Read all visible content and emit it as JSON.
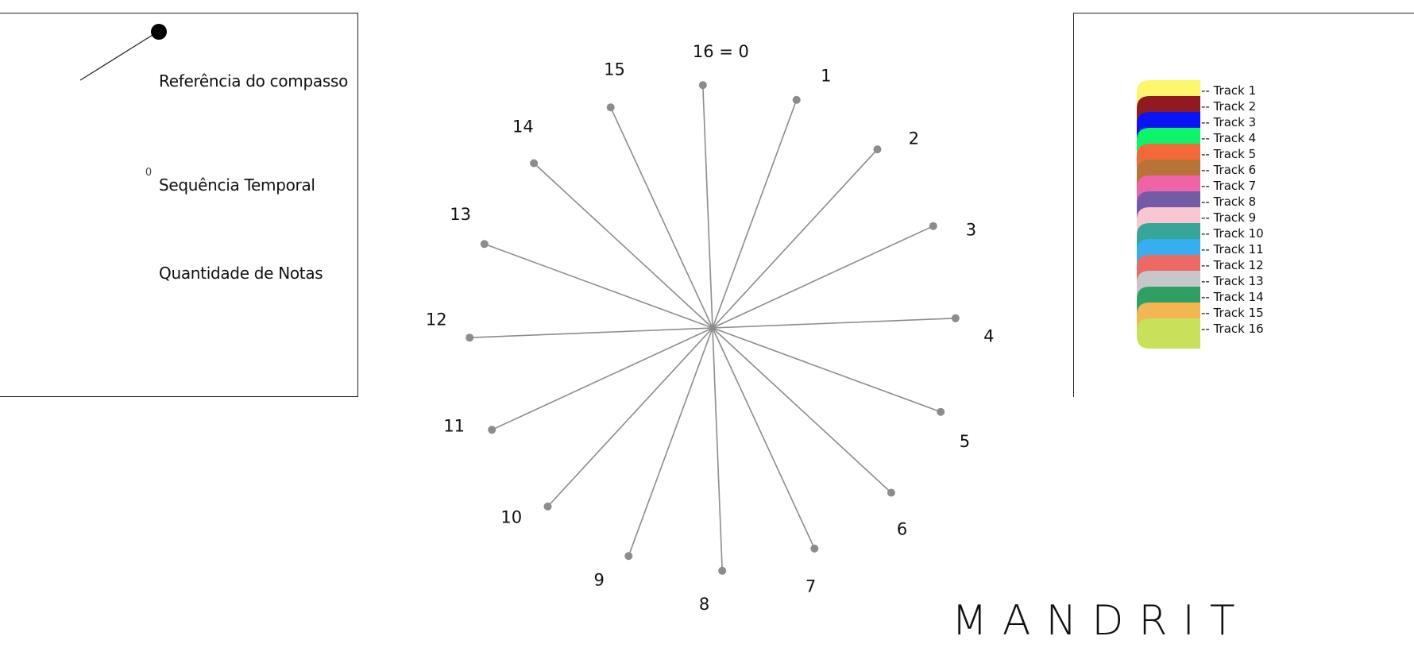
{
  "legend": {
    "reference_label": "Referência do compasso",
    "sequence_marker": "0",
    "sequence_label": "Sequência Temporal",
    "notes_label": "Quantidade de Notas"
  },
  "compass": {
    "positions": [
      "16 = 0",
      "1",
      "2",
      "3",
      "4",
      "5",
      "6",
      "7",
      "8",
      "9",
      "10",
      "11",
      "12",
      "13",
      "14",
      "15"
    ],
    "spoke_color": "#8c8c8c"
  },
  "tracks": [
    {
      "label": "-- Track 1",
      "color": "#fdf56b"
    },
    {
      "label": "-- Track 2",
      "color": "#8f1a22"
    },
    {
      "label": "-- Track 3",
      "color": "#0a14f5"
    },
    {
      "label": "-- Track 4",
      "color": "#0cf56a"
    },
    {
      "label": "-- Track 5",
      "color": "#f36a3a"
    },
    {
      "label": "-- Track 6",
      "color": "#b87336"
    },
    {
      "label": "-- Track 7",
      "color": "#ee64a6"
    },
    {
      "label": "-- Track 8",
      "color": "#735ba6"
    },
    {
      "label": "-- Track 9",
      "color": "#f9c6d2"
    },
    {
      "label": "-- Track 10",
      "color": "#36a699"
    },
    {
      "label": "-- Track 11",
      "color": "#36aef0"
    },
    {
      "label": "-- Track 12",
      "color": "#ec6a66"
    },
    {
      "label": "-- Track 13",
      "color": "#c7c7c9"
    },
    {
      "label": "-- Track 14",
      "color": "#2f9f64"
    },
    {
      "label": "-- Track 15",
      "color": "#f4b654"
    },
    {
      "label": "-- Track 16",
      "color": "#c8e05a"
    }
  ],
  "brand": "MANDRIT"
}
